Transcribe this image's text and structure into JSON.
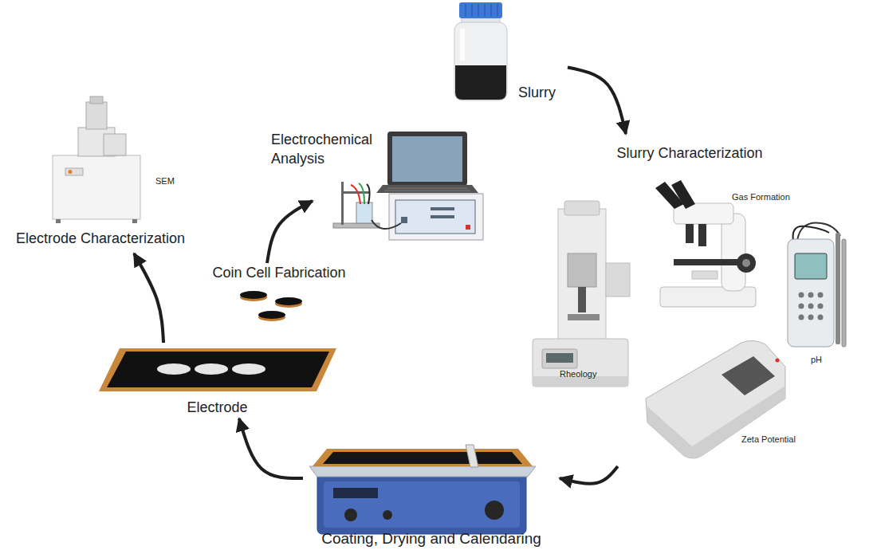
{
  "diagram": {
    "nodes": [
      {
        "text": [
          "Slurry"
        ]
      },
      {
        "text": [
          "Slurry Characterization"
        ]
      },
      {
        "text": [
          "Gas Formation"
        ],
        "in": 1
      },
      {
        "text": [
          "pH"
        ],
        "in": 1
      },
      {
        "text": [
          "Rheology"
        ],
        "in": 1
      },
      {
        "text": [
          "Zeta Potential"
        ],
        "in": 1
      },
      {
        "text": [
          "Coating, Drying and Calendaring"
        ]
      },
      {
        "text": [
          "Electrode"
        ]
      },
      {
        "text": [
          "Coin Cell Fabrication"
        ]
      },
      {
        "text": [
          "Electrochemical Analysis"
        ]
      },
      {
        "text": [
          "Electrode Characterization"
        ]
      },
      {
        "text": [
          "SEM"
        ],
        "in": 10
      }
    ],
    "edges": [
      {
        "from": 0,
        "to": 1,
        "arrow": "to"
      },
      {
        "from": 1,
        "to": 6,
        "arrow": "to"
      },
      {
        "from": 6,
        "to": 7,
        "arrow": "to"
      },
      {
        "from": 7,
        "to": 10,
        "arrow": "to"
      },
      {
        "from": 8,
        "to": 9,
        "arrow": "to"
      }
    ]
  }
}
